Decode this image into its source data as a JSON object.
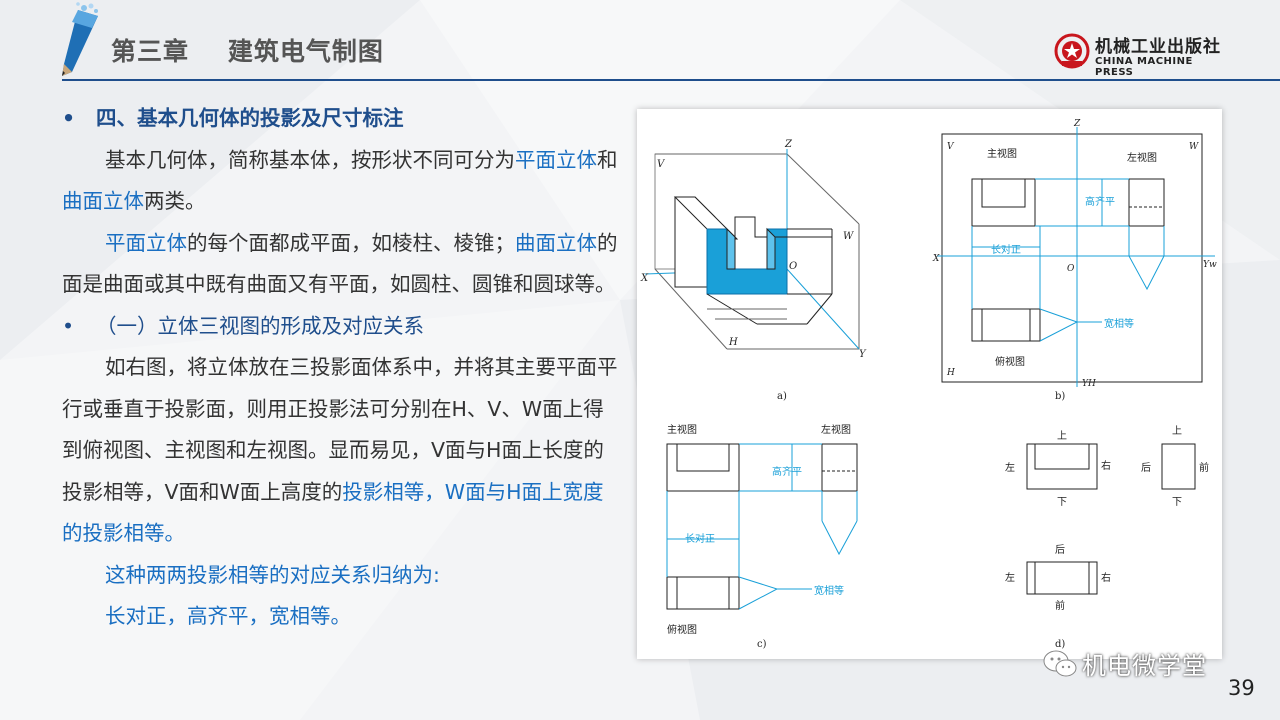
{
  "header": {
    "chapter_title": "第三章    建筑电气制图",
    "publisher_cn": "机械工业出版社",
    "publisher_en": "CHINA MACHINE PRESS"
  },
  "content": {
    "heading": "四、基本几何体的投影及尺寸标注",
    "para1_a": "基本几何体，简称基本体，按形状不同可分为",
    "para1_b": "平面立体",
    "para1_c": "和",
    "para1_d": "曲面立体",
    "para1_e": "两类。",
    "para2_a": "平面立体",
    "para2_b": "的每个面都成平面，如棱柱、棱锥；",
    "para2_c": "曲面立体",
    "para2_d": "的面是曲面或其中既有曲面又有平面，如圆柱、圆锥和圆球等。",
    "subheading": "（一）立体三视图的形成及对应关系",
    "para3_a": "如右图，将立体放在三投影面体系中，并将其主要平面平行或垂直于投影面，则用正投影法可分别在H、V、W面上得到俯视图、主视图和左视图。显而易见，V面与H面上长度的投影相等，V面和W面上高度的",
    "para3_b": "投影相等，W面与H面上宽度的投影相等。",
    "para4": "这种两两投影相等的对应关系归纳为:",
    "para5": "长对正，高齐平，宽相等。"
  },
  "figure": {
    "a": {
      "caption": "a)",
      "V": "V",
      "W": "W",
      "H": "H",
      "X": "X",
      "Y": "Y",
      "Z": "Z",
      "O": "O"
    },
    "b": {
      "caption": "b)",
      "V": "V",
      "W": "W",
      "H": "H",
      "X": "X",
      "Z": "Z",
      "O": "O",
      "YW": "Yw",
      "YH": "YH",
      "front_view": "主视图",
      "left_view": "左视图",
      "top_view": "俯视图",
      "height_equal": "高齐平",
      "length_align": "长对正",
      "width_equal": "宽相等"
    },
    "c": {
      "caption": "c)",
      "front_view": "主视图",
      "left_view": "左视图",
      "top_view": "俯视图",
      "height_equal": "高齐平",
      "length_align": "长对正",
      "width_equal": "宽相等"
    },
    "d": {
      "caption": "d)",
      "up": "上",
      "down": "下",
      "left": "左",
      "right": "右",
      "front": "前",
      "back": "后"
    }
  },
  "watermark": "机电微学堂",
  "page_number": "39",
  "colors": {
    "accent_blue": "#1f4e8c",
    "highlight_blue": "#1a6fc2",
    "figure_cyan": "#1aa0d8"
  }
}
